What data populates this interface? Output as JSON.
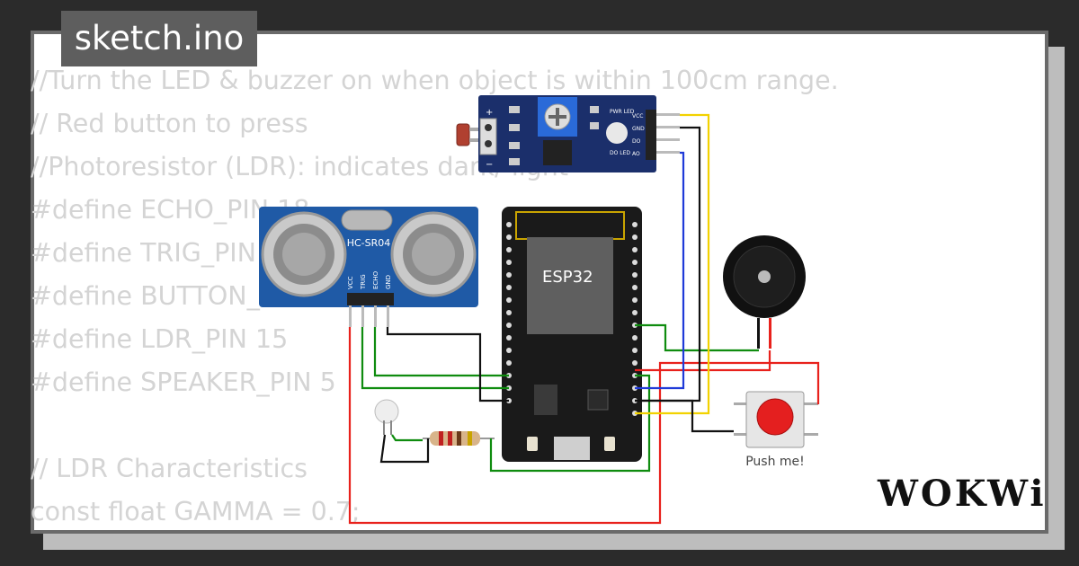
{
  "title": "sketch.ino",
  "code_lines": [
    "//Turn the LED & buzzer on when object is within 100cm range.",
    "// Red button to press",
    "//Photoresistor (LDR): indicates dark/ light",
    "#define ECHO_PIN 18",
    "#define TRIG_PIN 5",
    "#define BUTTON_PIN 4",
    "#define LDR_PIN 15",
    "#define SPEAKER_PIN 5",
    "",
    "// LDR Characteristics",
    "const float GAMMA = 0.7;"
  ],
  "components": {
    "ultrasonic": {
      "label": "HC-SR04",
      "pins": [
        "VCC",
        "TRIG",
        "ECHO",
        "GND"
      ]
    },
    "mcu": {
      "label": "ESP32"
    },
    "ldr_module": {
      "pins": [
        "VCC",
        "GND",
        "DO",
        "AO"
      ],
      "pwr_led": "PWR LED",
      "do_led": "DO LED",
      "plus": "+",
      "minus": "−"
    },
    "button": {
      "label": "Push me!"
    }
  },
  "wire_colors": {
    "red": "#e8211c",
    "green": "#0f8c0f",
    "blue": "#1f3ad8",
    "yellow": "#f2d200",
    "black": "#111111"
  },
  "logo": "WOKWi"
}
